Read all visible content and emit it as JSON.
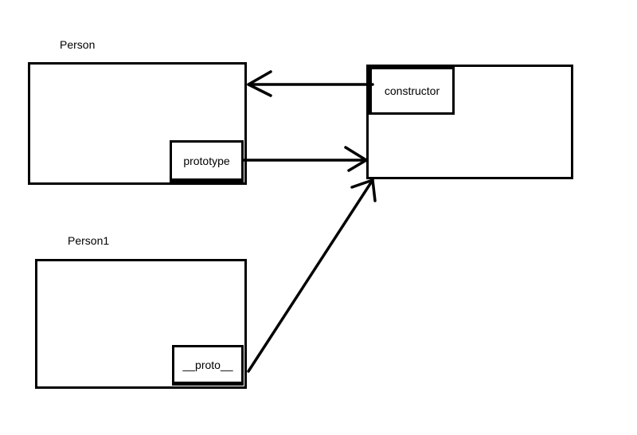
{
  "nodes": {
    "person": {
      "title": "Person",
      "slot": "prototype"
    },
    "person1": {
      "title": "Person1",
      "slot": "__proto__"
    },
    "prototype_object": {
      "slot": "constructor"
    }
  },
  "edges": [
    {
      "from": "person.prototype",
      "to": "prototype_object"
    },
    {
      "from": "prototype_object.constructor",
      "to": "person"
    },
    {
      "from": "person1.__proto__",
      "to": "prototype_object"
    }
  ],
  "colors": {
    "stroke": "#000000",
    "background": "#ffffff"
  }
}
